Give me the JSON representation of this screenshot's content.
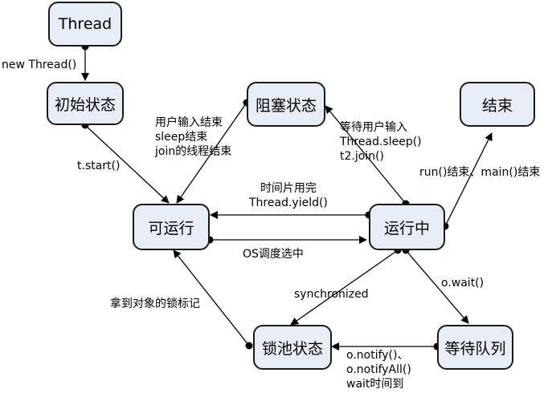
{
  "nodes": {
    "thread": "Thread",
    "initial": "初始状态",
    "blocked": "阻塞状态",
    "end": "结束",
    "runnable": "可运行",
    "running": "运行中",
    "lock_pool": "锁池状态",
    "wait_queue": "等待队列"
  },
  "edges": {
    "new_thread": "new Thread()",
    "start": "t.start()",
    "blocked_to_runnable": [
      "用户输入结束",
      "sleep结束",
      "join的线程结束"
    ],
    "running_to_blocked": [
      "等待用户输入",
      "Thread.sleep()",
      "t2.join()"
    ],
    "running_to_end": "run()结束、main()结束",
    "running_to_runnable": [
      "时间片用完",
      "Thread.yield()"
    ],
    "runnable_to_running": "OS调度选中",
    "running_to_lock_pool": "synchronized",
    "running_to_wait_queue": "o.wait()",
    "lock_pool_to_runnable": "拿到对象的锁标记",
    "wait_queue_to_lock_pool": [
      "o.notify()、",
      "o.notifyAll()",
      "wait时间到"
    ]
  }
}
